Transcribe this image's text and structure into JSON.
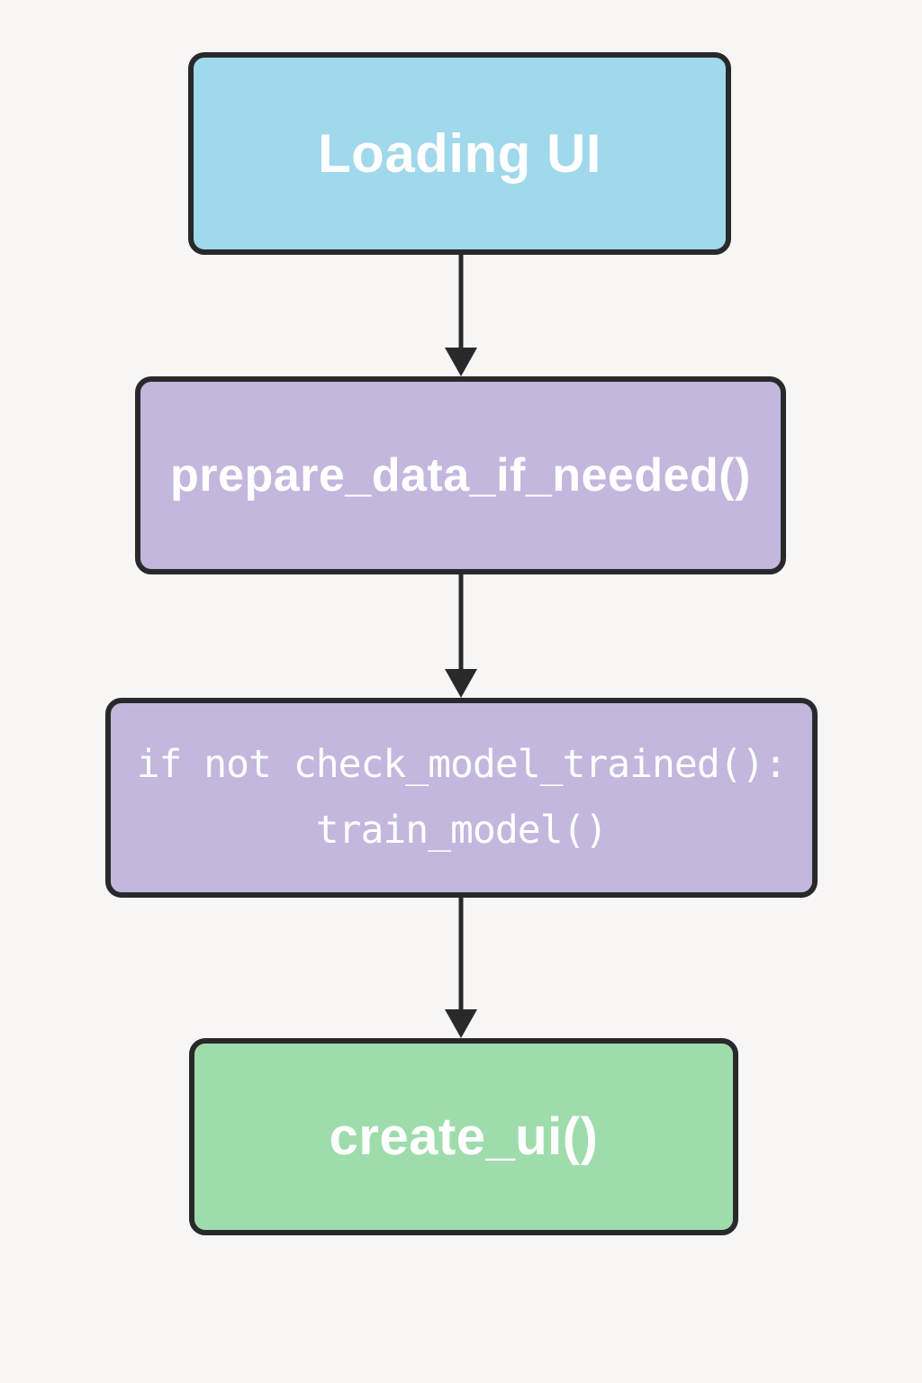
{
  "diagram": {
    "type": "flowchart",
    "direction": "top-down",
    "nodes": [
      {
        "id": "loading-ui",
        "label": "Loading UI",
        "fill": "#a0d8ec",
        "shape": "rounded-rect"
      },
      {
        "id": "prepare-data",
        "label": "prepare_data_if_needed()",
        "fill": "#c3b7dd",
        "shape": "rounded-rect"
      },
      {
        "id": "check-train",
        "label": "if not check_model_trained(): train_model()",
        "lines": [
          "if not check_model_trained():",
          "train_model()"
        ],
        "fill": "#c3b7dd",
        "shape": "rounded-rect"
      },
      {
        "id": "create-ui",
        "label": "create_ui()",
        "fill": "#9fdcac",
        "shape": "rounded-rect"
      }
    ],
    "edges": [
      {
        "from": "loading-ui",
        "to": "prepare-data",
        "style": "solid-arrow"
      },
      {
        "from": "prepare-data",
        "to": "check-train",
        "style": "solid-arrow"
      },
      {
        "from": "check-train",
        "to": "create-ui",
        "style": "solid-arrow"
      }
    ]
  },
  "colors": {
    "background": "#f7f6f5",
    "stroke": "#29292b",
    "node-blue": "#a0d8ec",
    "node-purple": "#c3b7dd",
    "node-green": "#9fdcac",
    "text": "#ffffff"
  }
}
